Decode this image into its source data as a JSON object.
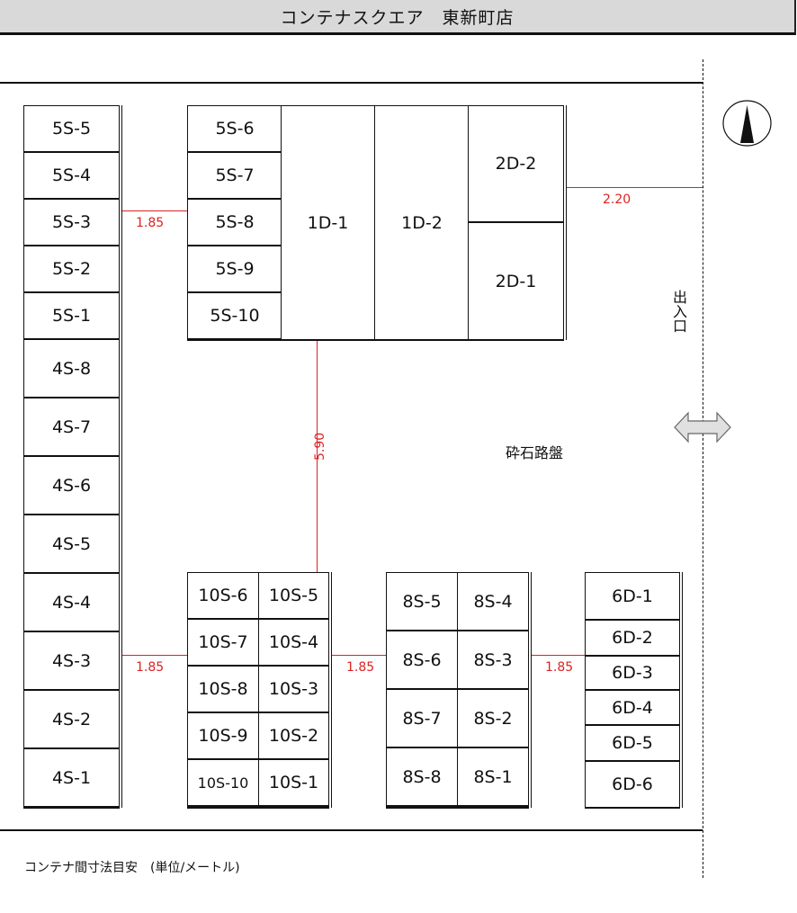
{
  "title": "コンテナスクエア　東新町店",
  "units": {
    "col_5s_left": [
      "5S-5",
      "5S-4",
      "5S-3",
      "5S-2",
      "5S-1"
    ],
    "col_5s_right": [
      "5S-6",
      "5S-7",
      "5S-8",
      "5S-9",
      "5S-10"
    ],
    "col_4s": [
      "4S-8",
      "4S-7",
      "4S-6",
      "4S-5",
      "4S-4",
      "4S-3",
      "4S-2",
      "4S-1"
    ],
    "d1": [
      "1D-1",
      "1D-2"
    ],
    "d2": [
      "2D-2",
      "2D-1"
    ],
    "s10_left": [
      "10S-6",
      "10S-7",
      "10S-8",
      "10S-9",
      "10S-10"
    ],
    "s10_right": [
      "10S-5",
      "10S-4",
      "10S-3",
      "10S-2",
      "10S-1"
    ],
    "s8_left": [
      "8S-5",
      "8S-6",
      "8S-7",
      "8S-8"
    ],
    "s8_right": [
      "8S-4",
      "8S-3",
      "8S-2",
      "8S-1"
    ],
    "d6": [
      "6D-1",
      "6D-2",
      "6D-3",
      "6D-4",
      "6D-5",
      "6D-6"
    ]
  },
  "dimensions": {
    "top_gap": "1.85",
    "right_gap": "2.20",
    "aisle": "5.90",
    "bottom_gap_1": "1.85",
    "bottom_gap_2": "1.85",
    "bottom_gap_3": "1.85"
  },
  "surface_label": "砕石路盤",
  "entrance_label": "出入口",
  "caption": "コンテナ間寸法目安　(単位/メートル)",
  "colors": {
    "dimension": "#dd2222",
    "title_bg": "#d9d9d9"
  }
}
